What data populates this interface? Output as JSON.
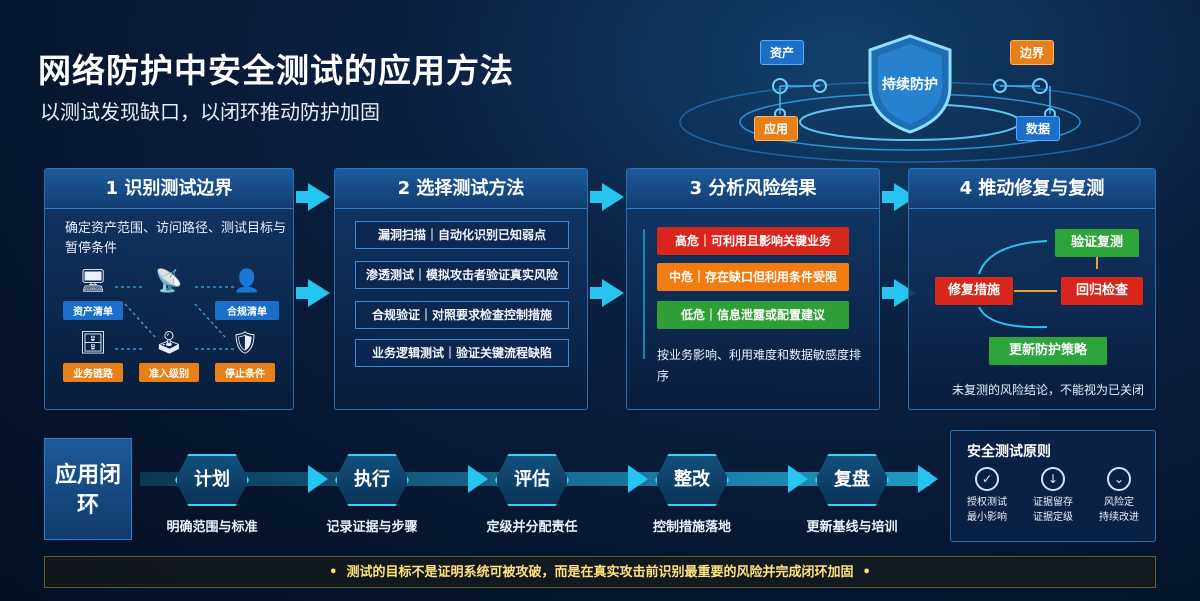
{
  "header": {
    "title": "网络防护中安全测试的应用方法",
    "subtitle": "以测试发现缺口，以闭环推动防护加固"
  },
  "hero": {
    "shield_label": "持续防护",
    "tags": [
      "资产",
      "边界",
      "应用",
      "数据"
    ]
  },
  "steps": [
    {
      "title": "1 识别测试边界",
      "desc": "确定资产范围、访问路径、测试目标与暂停条件",
      "items": [
        {
          "label": "资产清单",
          "icon": "monitor-icon"
        },
        {
          "label": "合规清单",
          "icon": "compliance-icon"
        },
        {
          "label": "业务链路",
          "icon": "server-icon"
        },
        {
          "label": "准入级别",
          "icon": "joystick-icon"
        },
        {
          "label": "停止条件",
          "icon": "stop-shield-icon"
        }
      ]
    },
    {
      "title": "2 选择测试方法",
      "methods": [
        "漏洞扫描｜自动化识别已知弱点",
        "渗透测试｜模拟攻击者验证真实风险",
        "合规验证｜对照要求检查控制措施",
        "业务逻辑测试｜验证关键流程缺陷"
      ]
    },
    {
      "title": "3 分析风险结果",
      "risks": [
        "高危｜可利用且影响关键业务",
        "中危｜存在缺口但利用条件受限",
        "低危｜信息泄露或配置建议"
      ],
      "note": "按业务影响、利用难度和数据敏感度排序"
    },
    {
      "title": "4 推动修复与复测",
      "verify": "验证复测",
      "fix": "修复措施",
      "regress": "回归检查",
      "update": "更新防护策略",
      "note": "未复测的风险结论，不能视为已关闭"
    }
  ],
  "loop": {
    "label": "应用闭环",
    "stages": [
      {
        "name": "计划",
        "desc": "明确范围与标准"
      },
      {
        "name": "执行",
        "desc": "记录证据与步骤"
      },
      {
        "name": "评估",
        "desc": "定级并分配责任"
      },
      {
        "name": "整改",
        "desc": "控制措施落地"
      },
      {
        "name": "复盘",
        "desc": "更新基线与培训"
      }
    ]
  },
  "principles": {
    "title": "安全测试原则",
    "items": [
      {
        "line1": "授权测试",
        "line2": "最小影响",
        "icon": "authorize-icon"
      },
      {
        "line1": "证据留存",
        "line2": "证据定级",
        "icon": "evidence-icon"
      },
      {
        "line1": "风险定",
        "line2": "持续改进",
        "icon": "improve-icon"
      }
    ]
  },
  "footer": "测试的目标不是证明系统可被攻破，而是在真实攻击前识别最重要的风险并完成闭环加固",
  "colors": {
    "accent": "#27c4f0",
    "high": "#d9261c",
    "medium": "#f07c12",
    "low": "#2f9e36",
    "green": "#2ca53a",
    "red": "#d9261c"
  }
}
